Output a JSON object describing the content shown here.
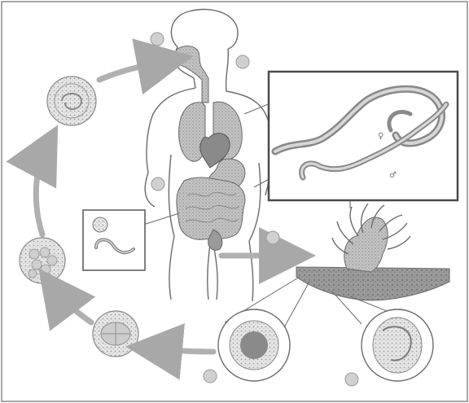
{
  "figure": {
    "palette": {
      "line": "#5e5e5e",
      "organ_fill": "#b9b9b9",
      "organ_dark": "#8f8f8f",
      "arrow": "#b4b4b4",
      "egg_fill": "#dcdcdc",
      "box_border": "#4a4a4a"
    },
    "stage_labels": [
      {
        "id": "stage-1",
        "text": ""
      },
      {
        "id": "stage-2",
        "text": ""
      },
      {
        "id": "stage-3",
        "text": ""
      },
      {
        "id": "stage-4",
        "text": ""
      },
      {
        "id": "stage-5",
        "text": ""
      },
      {
        "id": "stage-6",
        "text": ""
      },
      {
        "id": "stage-7",
        "text": ""
      }
    ],
    "elements": [
      "human-figure-outline",
      "lungs",
      "heart",
      "stomach",
      "intestines",
      "adult-worms-inset",
      "larva-inset",
      "soil-with-plants",
      "embryonated-egg-stages"
    ]
  }
}
